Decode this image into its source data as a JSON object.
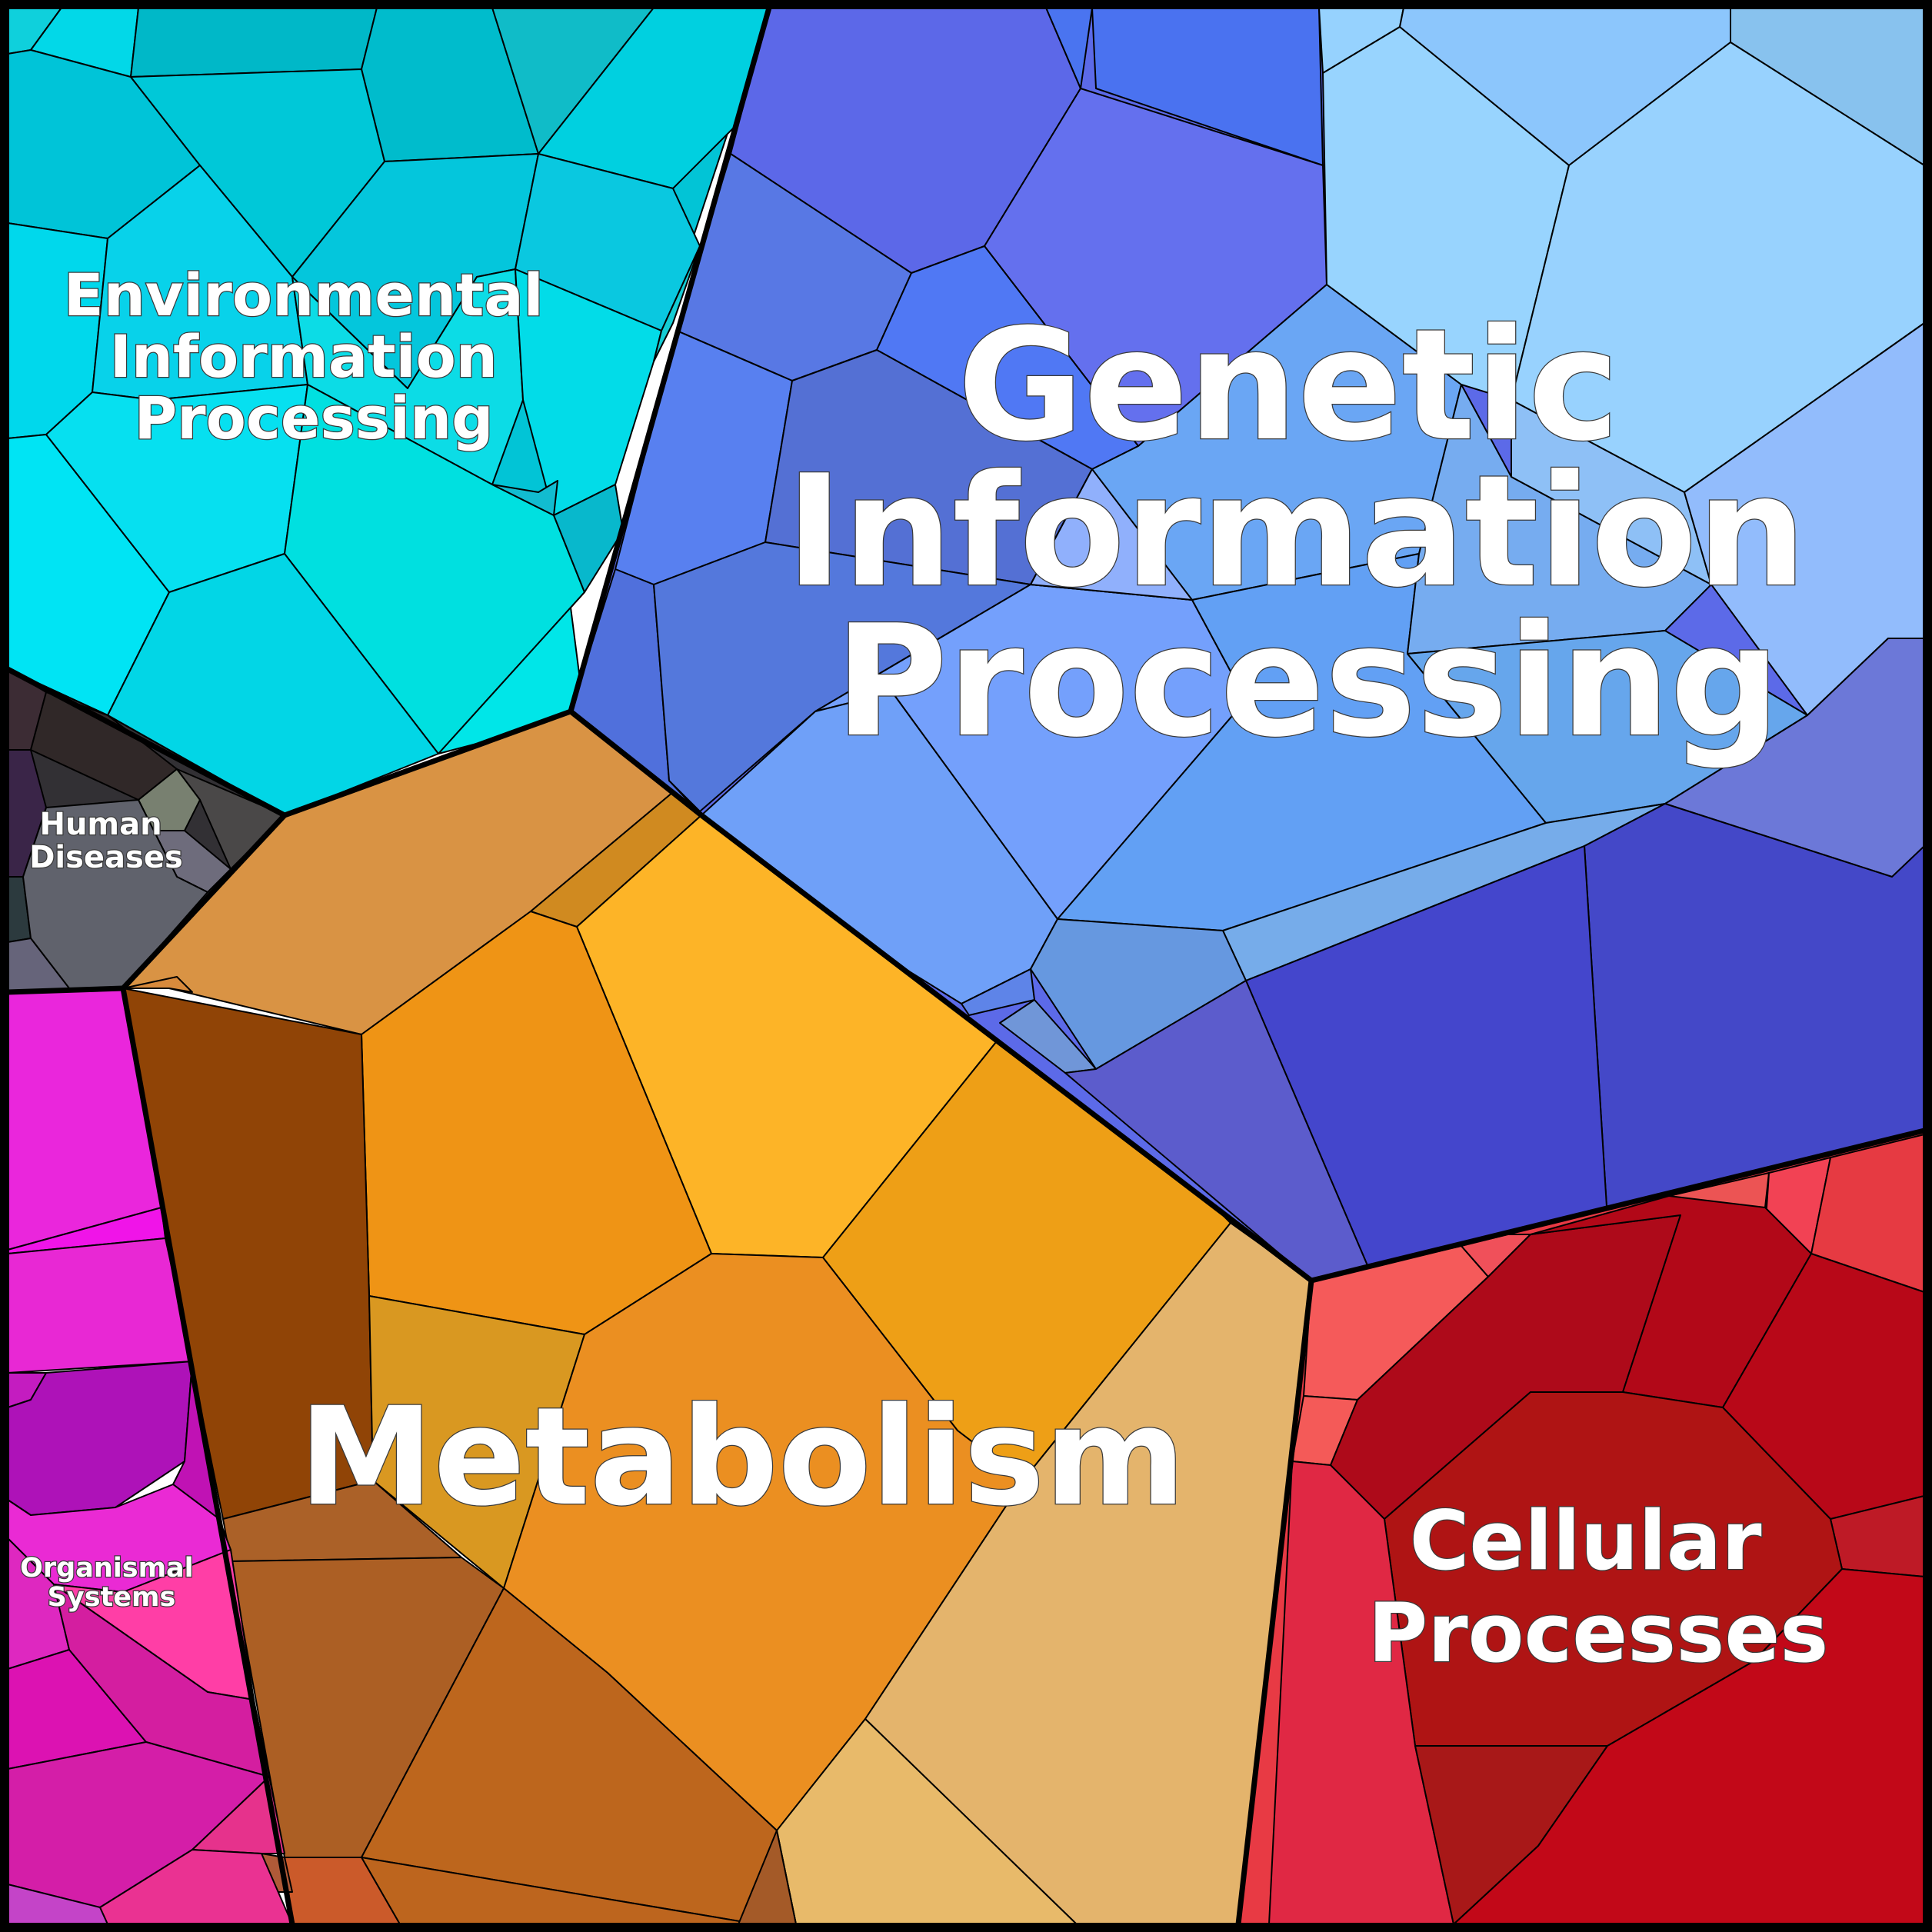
{
  "categories": [
    {
      "id": "environmental",
      "lines": [
        "Environmental",
        "Information",
        "Processing"
      ],
      "color": "#00c8dc"
    },
    {
      "id": "genetic",
      "lines": [
        "Genetic",
        "Information",
        "Processing"
      ],
      "color": "#5a78f0"
    },
    {
      "id": "human-diseases",
      "lines": [
        "Human",
        "Diseases"
      ],
      "color": "#505050"
    },
    {
      "id": "metabolism",
      "lines": [
        "Metabolism"
      ],
      "color": "#eb9628"
    },
    {
      "id": "organismal",
      "lines": [
        "Organismal",
        "Systems"
      ],
      "color": "#e628c8"
    },
    {
      "id": "cellular",
      "lines": [
        "Cellular",
        "Processes"
      ],
      "color": "#c8141e"
    }
  ]
}
